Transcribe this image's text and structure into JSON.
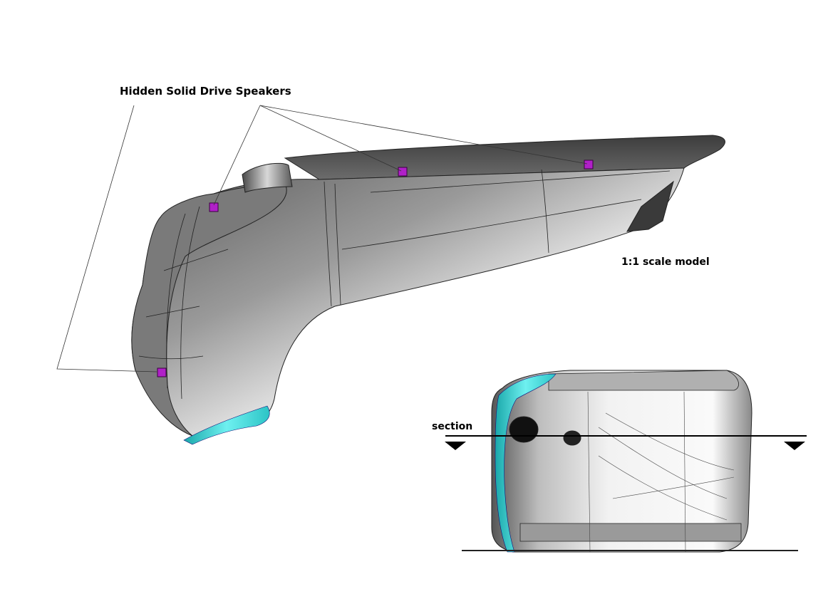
{
  "annotations": {
    "speakers_label": "Hidden Solid Drive Speakers",
    "scale_label": "1:1 scale model",
    "section_label": "section"
  },
  "colors": {
    "background": "#ffffff",
    "body": "#8a8a8a",
    "body_dark": "#4a4a4a",
    "speaker": "#b020c8",
    "cut_face": "#3fd6d8"
  }
}
